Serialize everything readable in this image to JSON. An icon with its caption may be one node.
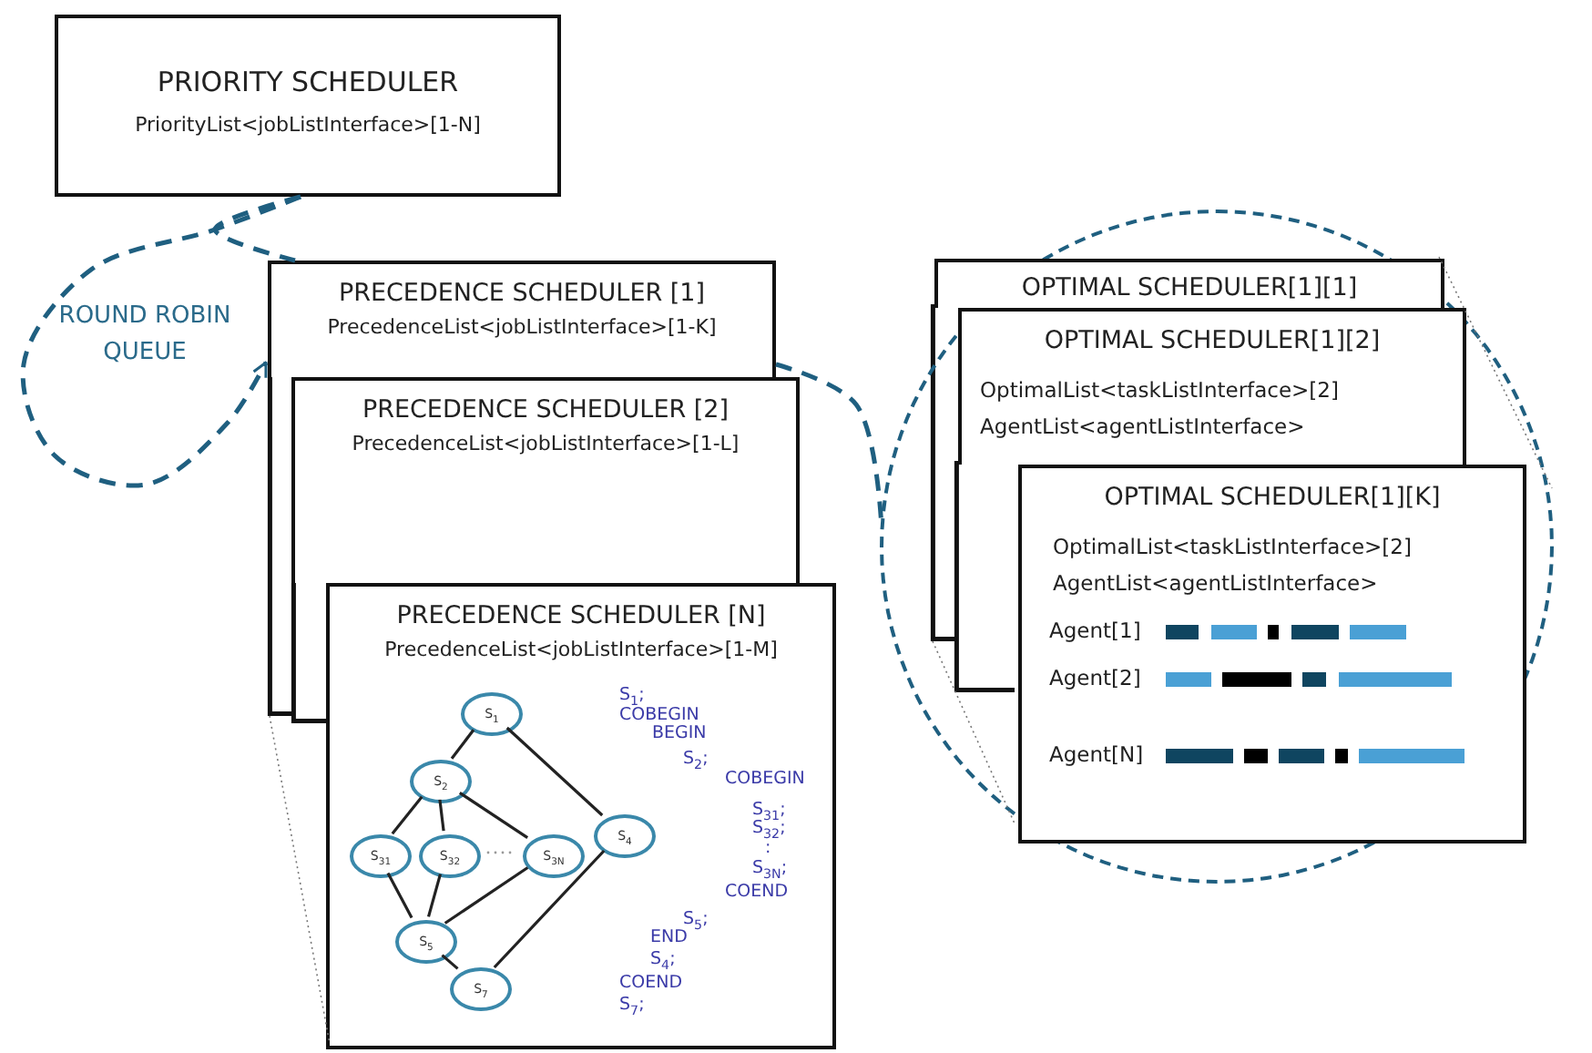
{
  "diagram": {
    "nodes": [
      {
        "text": [
          "PRIORITY SCHEDULER",
          "PriorityList<jobListInterface>[1-N]"
        ]
      },
      {
        "text": [
          "PRECEDENCE SCHEDULER [1]",
          "PrecedenceList<jobListInterface>[1-K]"
        ]
      },
      {
        "text": [
          "PRECEDENCE SCHEDULER [2]",
          "PrecedenceList<jobListInterface>[1-L]"
        ]
      },
      {
        "text": [
          "PRECEDENCE SCHEDULER [N]",
          "PrecedenceList<jobListInterface>[1-M]"
        ]
      },
      {
        "text": [
          "S$_{1}$"
        ],
        "in": 3
      },
      {
        "text": [
          "S$_{2}$"
        ],
        "in": 3
      },
      {
        "text": [
          "S$_{31}$"
        ],
        "in": 3
      },
      {
        "text": [
          "S$_{32}$"
        ],
        "in": 3
      },
      {
        "text": [
          "S$_{3N}$"
        ],
        "in": 3
      },
      {
        "text": [
          "S$_{4}$"
        ],
        "in": 3
      },
      {
        "text": [
          "S$_{5}$"
        ],
        "in": 3
      },
      {
        "text": [
          "S$_{7}$"
        ],
        "in": 3
      },
      {
        "text": [],
        "shape": "circle"
      },
      {
        "text": [
          "OPTIMAL SCHEDULER[1][1]"
        ],
        "in": 12
      },
      {
        "text": [
          "OPTIMAL SCHEDULER[1][2]",
          "OptimalList<taskListInterface>[2]",
          "AgentList<agentListInterface>"
        ],
        "in": 12
      },
      {
        "text": [
          "OPTIMAL SCHEDULER[1][K]",
          "OptimalList<taskListInterface>[2]",
          "AgentList<agentListInterface>"
        ],
        "in": 12
      }
    ],
    "edges": [
      {
        "from": 0,
        "to": 1,
        "arrow": "none",
        "style": "dashed",
        "color": "#1f5f80"
      },
      {
        "from": 0,
        "to": 1,
        "arrow": "to",
        "style": "dashed",
        "color": "#1f5f80"
      },
      {
        "from": 1,
        "to": 12,
        "arrow": "none",
        "style": "dashed",
        "color": "#1f5f80"
      },
      {
        "from": 4,
        "to": 5,
        "arrow": "none"
      },
      {
        "from": 4,
        "to": 9,
        "arrow": "none"
      },
      {
        "from": 5,
        "to": 6,
        "arrow": "none"
      },
      {
        "from": 5,
        "to": 7,
        "arrow": "none"
      },
      {
        "from": 5,
        "to": 8,
        "arrow": "none"
      },
      {
        "from": 6,
        "to": 10,
        "arrow": "none"
      },
      {
        "from": 7,
        "to": 10,
        "arrow": "none"
      },
      {
        "from": 8,
        "to": 10,
        "arrow": "none"
      },
      {
        "from": 10,
        "to": 11,
        "arrow": "none"
      },
      {
        "from": 9,
        "to": 11,
        "arrow": "none"
      }
    ],
    "labels": [
      "ROUND ROBIN QUEUE",
      "S$_{1}$;",
      "COBEGIN",
      "BEGIN",
      "S$_{2}$;",
      "COBEGIN",
      "S$_{31}$;",
      "S$_{32}$;",
      ":",
      "S$_{3N}$;",
      "COEND",
      "S$_{5}$;",
      "END",
      "S$_{4}$;",
      "COEND",
      "S$_{7}$;",
      "Agent[1]",
      "Agent[2]",
      "Agent[N]"
    ]
  }
}
